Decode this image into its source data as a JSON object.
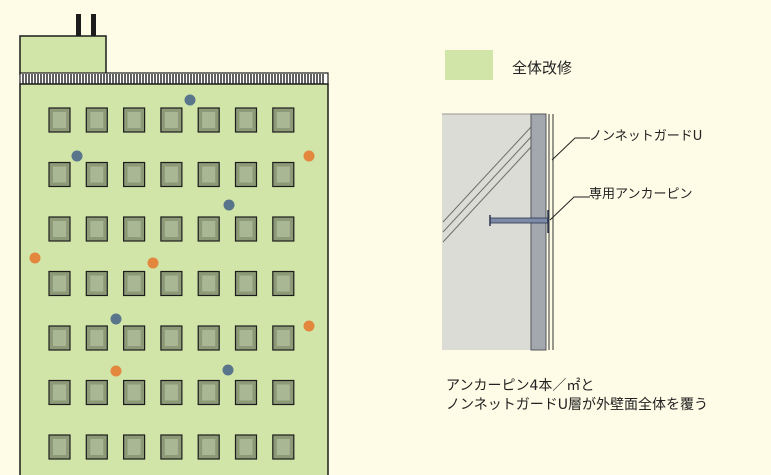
{
  "legend": {
    "label": "全体改修",
    "swatch_color": "#d2e5a8"
  },
  "building": {
    "facade_color": "#d2e5a8",
    "window_color": "#8c9a78",
    "window_rows": 7,
    "window_columns": 7,
    "anchor_dots": {
      "blue_color": "#58758c",
      "orange_color": "#e3873f"
    }
  },
  "detail": {
    "wall_color": "#dcdcd6",
    "insulation_layer_color": "#a3a7ae",
    "callouts": {
      "guard_layer": "ノンネットガードU",
      "anchor_pin": "専用アンカーピン"
    }
  },
  "caption": {
    "line1": "アンカーピン4本／㎡と",
    "line2": "ノンネットガードU層が外壁面全体を覆う"
  }
}
